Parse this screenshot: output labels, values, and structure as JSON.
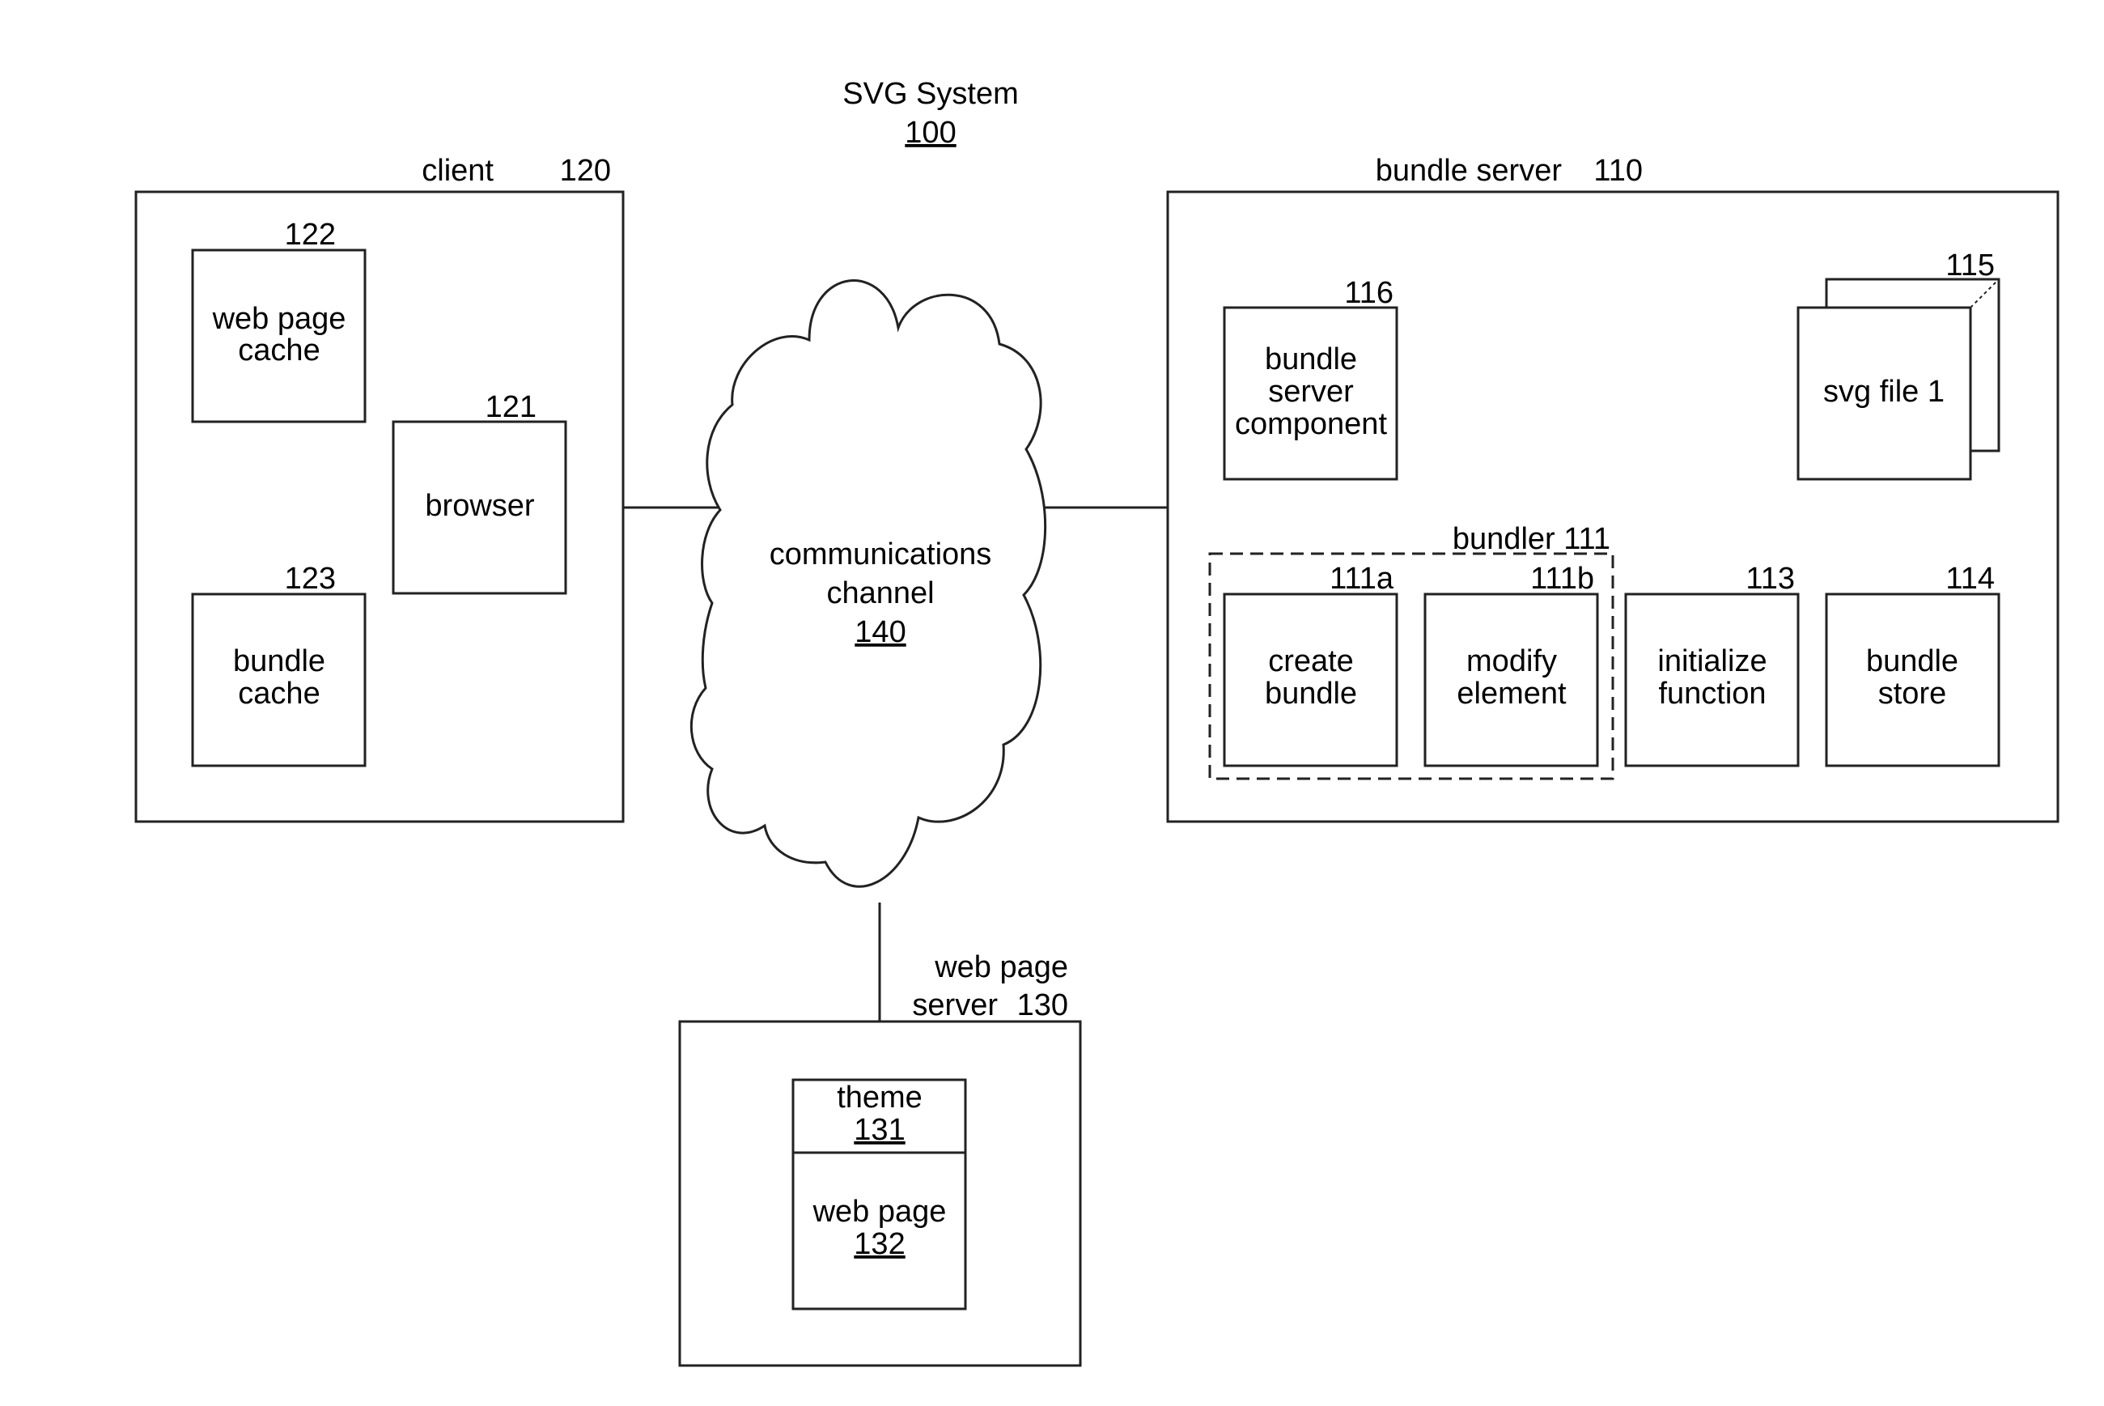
{
  "system": {
    "title": "SVG System",
    "ref": "100"
  },
  "client": {
    "label": "client",
    "ref": "120",
    "web_page_cache": {
      "ref": "122",
      "line1": "web page",
      "line2": "cache"
    },
    "browser": {
      "ref": "121",
      "label": "browser"
    },
    "bundle_cache": {
      "ref": "123",
      "line1": "bundle",
      "line2": "cache"
    }
  },
  "channel": {
    "line1": "communications",
    "line2": "channel",
    "ref": "140"
  },
  "bundle_server": {
    "label": "bundle server",
    "ref": "110",
    "component": {
      "ref": "116",
      "line1": "bundle",
      "line2": "server",
      "line3": "component"
    },
    "svg_file": {
      "ref": "115",
      "label": "svg file 1"
    },
    "bundler": {
      "label": "bundler 111"
    },
    "create_bundle": {
      "ref": "111a",
      "line1": "create",
      "line2": "bundle"
    },
    "modify_element": {
      "ref": "111b",
      "line1": "modify",
      "line2": "element"
    },
    "initialize_function": {
      "ref": "113",
      "line1": "initialize",
      "line2": "function"
    },
    "bundle_store": {
      "ref": "114",
      "line1": "bundle",
      "line2": "store"
    }
  },
  "web_page_server": {
    "line1": "web page",
    "line2": "server",
    "ref": "130",
    "theme": {
      "label": "theme",
      "ref": "131"
    },
    "web_page": {
      "label": "web page",
      "ref": "132"
    }
  }
}
